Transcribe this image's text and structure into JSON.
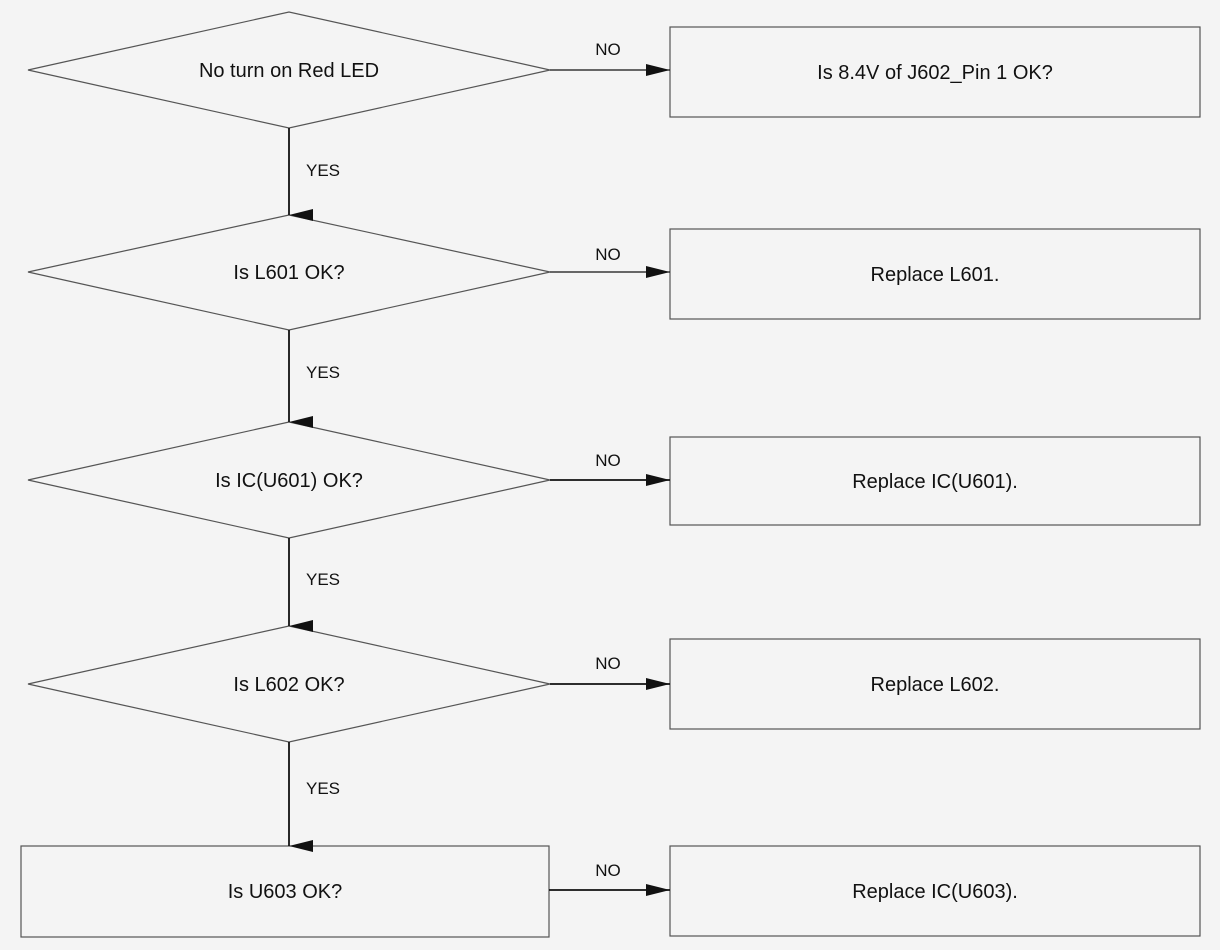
{
  "colors": {
    "background": "#f4f4f4",
    "shape_stroke": "#555555",
    "connector": "#111111",
    "text": "#111111"
  },
  "decisions": [
    {
      "id": "red-led",
      "label": "No turn on Red LED"
    },
    {
      "id": "l601",
      "label": "Is L601 OK?"
    },
    {
      "id": "ic-u601",
      "label": "Is IC(U601) OK?"
    },
    {
      "id": "l602",
      "label": "Is L602 OK?"
    }
  ],
  "process_main": {
    "id": "u603",
    "label": "Is U603 OK?"
  },
  "actions": [
    {
      "id": "check-8v4",
      "label": "Is 8.4V of J602_Pin 1 OK?"
    },
    {
      "id": "replace-l601",
      "label": "Replace L601."
    },
    {
      "id": "replace-u601",
      "label": "Replace IC(U601)."
    },
    {
      "id": "replace-l602",
      "label": "Replace L602."
    },
    {
      "id": "replace-u603",
      "label": "Replace IC(U603)."
    }
  ],
  "labels": {
    "no": "NO",
    "yes": "YES"
  }
}
